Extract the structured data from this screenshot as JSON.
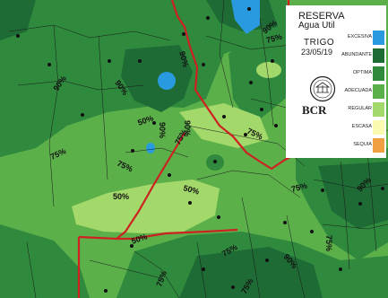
{
  "legend": {
    "title": "RESERVA",
    "subtitle": "Agua Util",
    "crop": "TRIGO",
    "date": "23/05/19",
    "brand": "BCR",
    "seal_icon": "bcr-seal-icon",
    "categories": [
      {
        "label": "EXCESIVA",
        "color": "#2a9ae0"
      },
      {
        "label": "ABUNDANTE",
        "color": "#1e6b35"
      },
      {
        "label": "OPTIMA",
        "color": "#2f8a3e"
      },
      {
        "label": "ADECUADA",
        "color": "#5cb04a"
      },
      {
        "label": "REGULAR",
        "color": "#a3d86a"
      },
      {
        "label": "ESCASA",
        "color": "#fafab0"
      },
      {
        "label": "SEQUIA",
        "color": "#f0a040"
      }
    ]
  },
  "map": {
    "isolines": [
      {
        "label": "90%"
      },
      {
        "label": "90%"
      },
      {
        "label": "90%"
      },
      {
        "label": "90%"
      },
      {
        "label": "75%"
      },
      {
        "label": "90%"
      },
      {
        "label": "50%"
      },
      {
        "label": "90%"
      },
      {
        "label": "75%"
      },
      {
        "label": "75%"
      },
      {
        "label": "75%"
      },
      {
        "label": "50%"
      },
      {
        "label": "50%"
      },
      {
        "label": "75%"
      },
      {
        "label": "50%"
      },
      {
        "label": "75%"
      },
      {
        "label": "90%"
      },
      {
        "label": "75%"
      },
      {
        "label": "75%"
      },
      {
        "label": "90%"
      },
      {
        "label": "75%"
      },
      {
        "label": "75%"
      }
    ]
  }
}
